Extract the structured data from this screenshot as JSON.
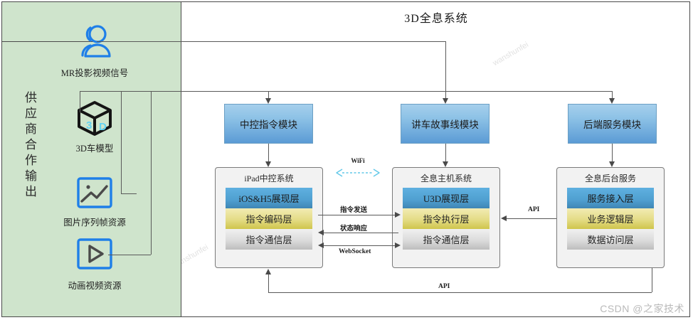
{
  "title": "3D全息系统",
  "supplier_panel": {
    "vertical_label": "供应商合作输出",
    "sources": [
      {
        "icon": "users-icon",
        "label": "MR投影视频信号"
      },
      {
        "icon": "cube-3d-icon",
        "label": "3D车模型"
      },
      {
        "icon": "image-frames-icon",
        "label": "图片序列帧资源"
      },
      {
        "icon": "video-play-icon",
        "label": "动画视频资源"
      }
    ]
  },
  "modules": [
    {
      "label": "中控指令模块"
    },
    {
      "label": "讲车故事线模块"
    },
    {
      "label": "后端服务模块"
    }
  ],
  "systems": [
    {
      "title": "iPad中控系统",
      "layers": [
        {
          "label": "iOS&H5展现层",
          "tone": "blue"
        },
        {
          "label": "指令编码层",
          "tone": "yellow"
        },
        {
          "label": "指令通信层",
          "tone": "gray"
        }
      ]
    },
    {
      "title": "全息主机系统",
      "layers": [
        {
          "label": "U3D展现层",
          "tone": "blue"
        },
        {
          "label": "指令执行层",
          "tone": "yellow"
        },
        {
          "label": "指令通信层",
          "tone": "gray"
        }
      ]
    },
    {
      "title": "全息后台服务",
      "layers": [
        {
          "label": "服务接入层",
          "tone": "blue"
        },
        {
          "label": "业务逻辑层",
          "tone": "yellow"
        },
        {
          "label": "数据访问层",
          "tone": "gray"
        }
      ]
    }
  ],
  "connectors": {
    "wifi": "WiFi",
    "cmd_send": "指令发送",
    "status_reply": "状态响应",
    "websocket": "WebSocket",
    "api_right": "API",
    "api_bottom": "API"
  },
  "watermark": "CSDN @之家技术",
  "colors": {
    "panel_green": "#cfe4cc",
    "module_blue": "#5b9bd5",
    "layer_blue": "#4f9fd0",
    "layer_yellow": "#e4dc86",
    "layer_gray": "#dcdcdc",
    "icon_blue": "#1f7fe8",
    "wifi_cyan": "#62c8e8",
    "line_gray": "#595959"
  }
}
